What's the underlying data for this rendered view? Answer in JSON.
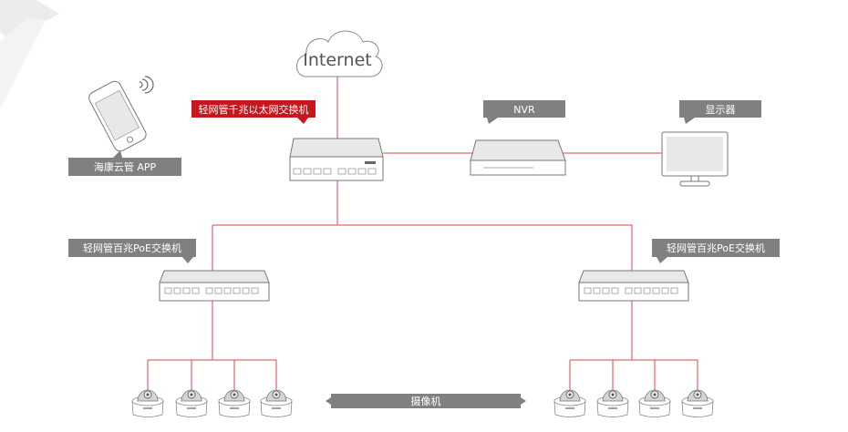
{
  "nodes": {
    "internet": "Internet",
    "core_switch": "轻网管千兆以太网交换机",
    "nvr": "NVR",
    "monitor": "显示器",
    "app": "海康云管 APP",
    "poe_left": "轻网管百兆PoE交换机",
    "poe_right": "轻网管百兆PoE交换机",
    "cameras": "摄像机"
  },
  "colors": {
    "accent": "#c8161e",
    "label_gray": "#808080",
    "wire": "#d9454f"
  }
}
